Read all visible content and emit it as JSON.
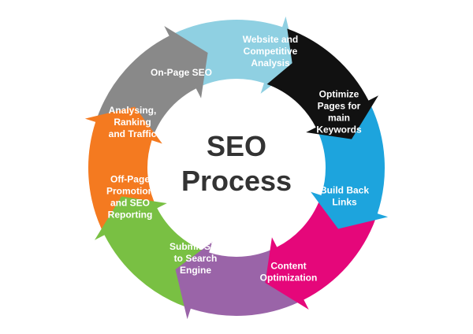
{
  "center": {
    "line1": "SEO",
    "line2": "Process"
  },
  "steps": [
    {
      "lines": [
        "Website and",
        "Competitive",
        "Analysis"
      ],
      "color": "#111111",
      "text_color": "#ffffff"
    },
    {
      "lines": [
        "Optimize",
        "Pages for",
        "main",
        "Keywords"
      ],
      "color": "#1da4dd",
      "text_color": "#ffffff"
    },
    {
      "lines": [
        "Build Back",
        "Links"
      ],
      "color": "#e5077a",
      "text_color": "#ffffff"
    },
    {
      "lines": [
        "Content",
        "Optimization"
      ],
      "color": "#9a64a8",
      "text_color": "#ffffff"
    },
    {
      "lines": [
        "Submit Site",
        "to Search",
        "Engine"
      ],
      "color": "#79c043",
      "text_color": "#ffffff"
    },
    {
      "lines": [
        "Off-Page",
        "Promotion",
        "and SEO",
        "Reporting"
      ],
      "color": "#f47a20",
      "text_color": "#ffffff"
    },
    {
      "lines": [
        "Analysing,",
        "Ranking",
        "and Traffic"
      ],
      "color": "#898989",
      "text_color": "#ffffff"
    },
    {
      "lines": [
        "On-Page SEO"
      ],
      "color": "#8fd0e2",
      "text_color": "#ffffff"
    }
  ]
}
